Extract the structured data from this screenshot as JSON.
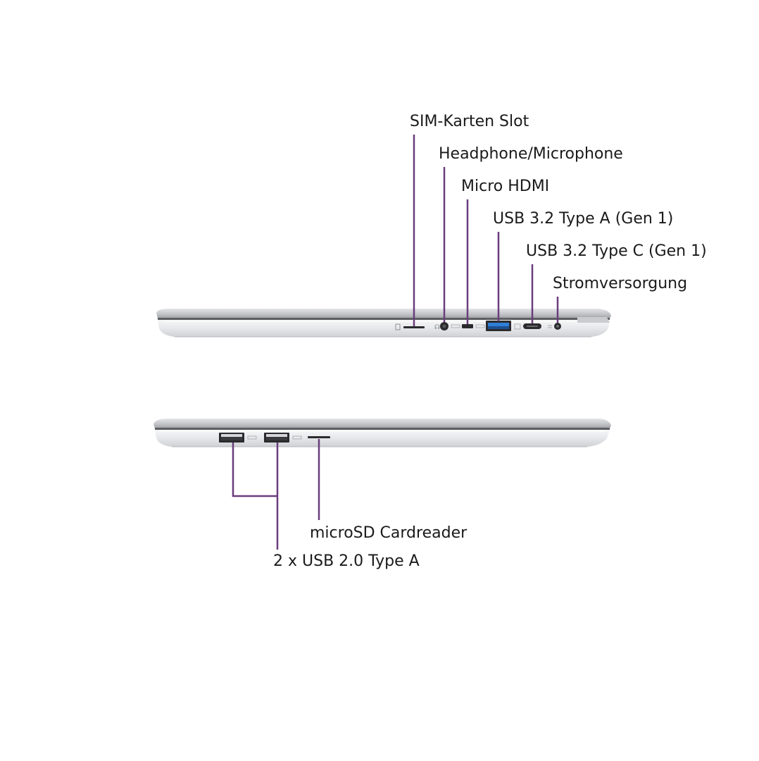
{
  "labels": {
    "sim_slot": "SIM-Karten Slot",
    "headphone": "Headphone/Microphone",
    "micro_hdmi": "Micro HDMI",
    "usb32a": "USB 3.2 Type A (Gen 1)",
    "usb32c": "USB 3.2 Type C (Gen 1)",
    "power": "Stromversorgung",
    "microsd": "microSD Cardreader",
    "usb20": "2 x USB 2.0 Type A"
  },
  "colors": {
    "leader_line": "#6a3d7c",
    "usb3_port": "#2f7fd8",
    "chassis": "#d9dadd",
    "chassis_shadow": "#a9abb0"
  }
}
